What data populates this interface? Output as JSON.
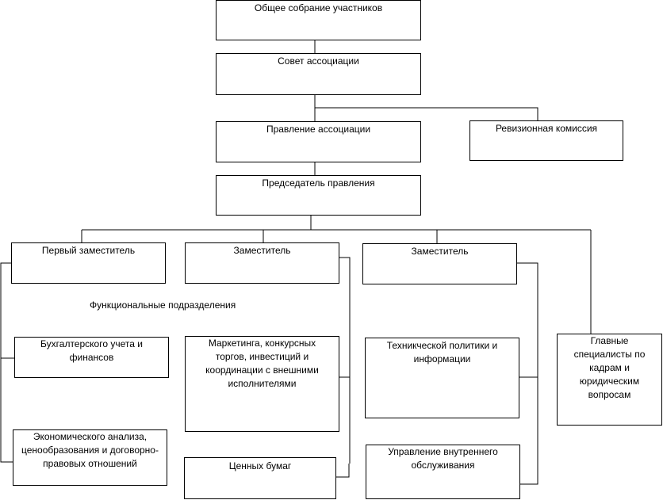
{
  "diagram": {
    "general_meeting": "Общее собрание участников",
    "council": "Совет ассоциации",
    "board": "Правление ассоциации",
    "audit_commission": "Ревизионная комиссия",
    "chairman": "Председатель правления",
    "first_deputy": "Первый заместитель",
    "deputy_1": "Заместитель",
    "deputy_2": "Заместитель",
    "functional_units_label": "Функциональные подразделения",
    "accounting": "Бухгалтерского учета и финансов",
    "economic_analysis": "Экономического анализа, ценообразования и договорно-правовых отношений",
    "marketing": "Маркетинга, конкурсных торгов, инвестиций и координации с внешними исполнителями",
    "securities": "Ценных бумаг",
    "technical_policy": "Техникческой политики и информации",
    "internal_services": "Управление внутреннего обслуживания",
    "chief_specialists": "Главные специалисты по кадрам и юридическим вопросам"
  }
}
